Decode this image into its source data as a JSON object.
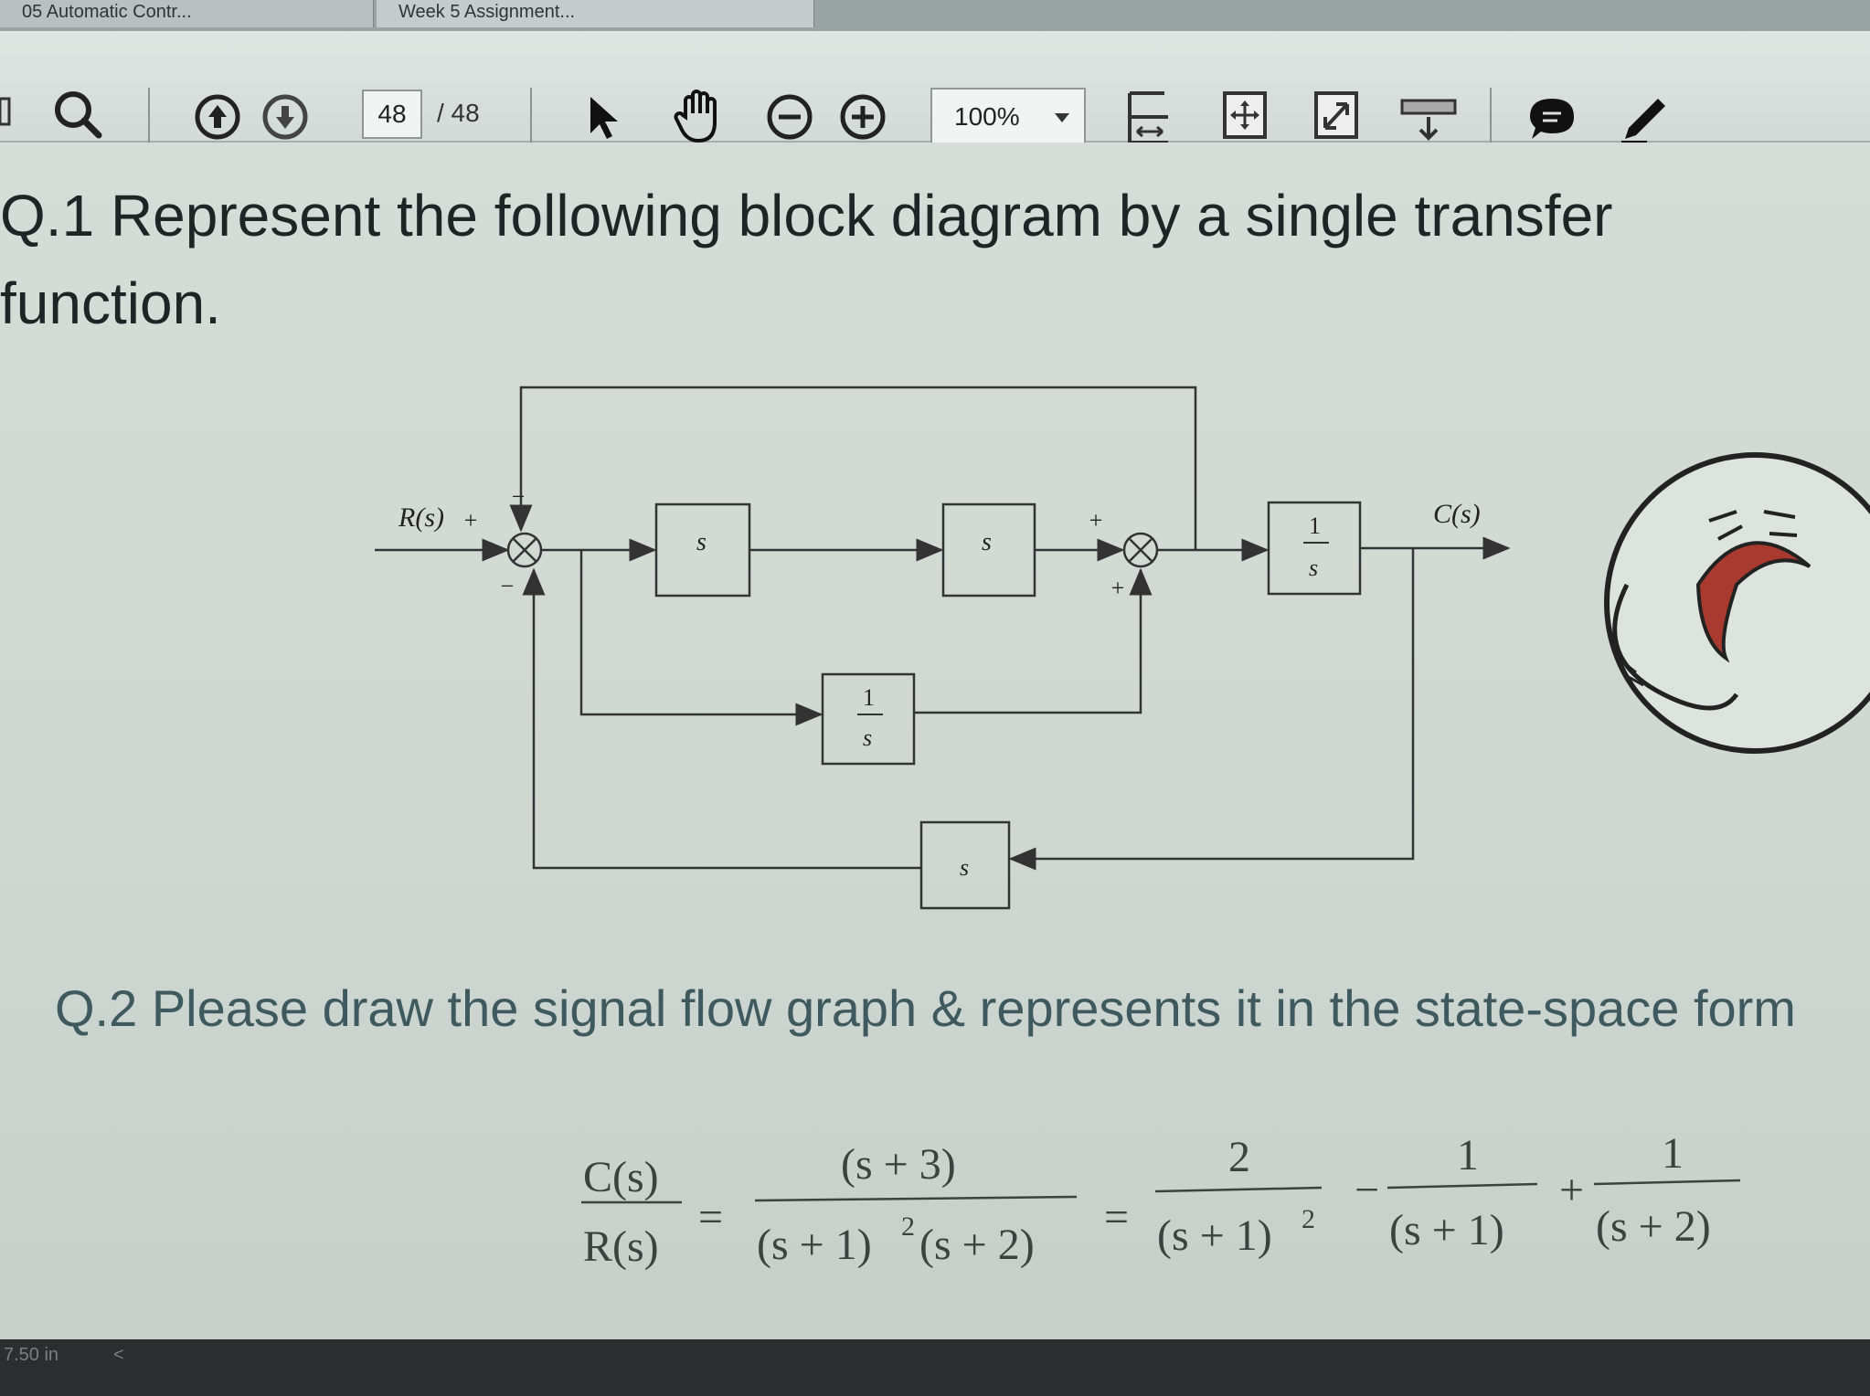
{
  "tabs": [
    {
      "label": "05 Automatic Contr..."
    },
    {
      "label": "Week 5 Assignment..."
    }
  ],
  "toolbar": {
    "page_current": "48",
    "page_total": "/ 48",
    "zoom": "100%"
  },
  "document": {
    "q1_text": "Q.1 Represent the following block diagram by a single transfer function.",
    "q2_text": "Q.2 Please draw the signal flow graph & represents it in the state-space form"
  },
  "diagram": {
    "input_label": "R(s)",
    "output_label": "C(s)",
    "block_forward_1": "s",
    "block_forward_2": "s",
    "block_integrator_top_num": "1",
    "block_integrator_top_den": "s",
    "block_integrator_mid_num": "1",
    "block_integrator_mid_den": "s",
    "block_feedback": "s",
    "sign_plus": "+",
    "sign_minus": "−"
  },
  "equation": {
    "lhs_num": "C(s)",
    "lhs_den": "R(s)",
    "eq": "=",
    "t1_num": "(s + 3)",
    "t1_den_a": "(s + 1)",
    "t1_den_exp": "2",
    "t1_den_b": "(s + 2)",
    "t2_num": "2",
    "t2_den": "(s + 1)",
    "t2_den_exp": "2",
    "minus": "−",
    "t3_num": "1",
    "t3_den": "(s + 1)",
    "plus": "+",
    "t4_num": "1",
    "t4_den": "(s + 2)"
  },
  "status": {
    "size": "7.50 in"
  },
  "colors": {
    "accent": "#2f3436",
    "q2_color": "#3e5a5e"
  }
}
